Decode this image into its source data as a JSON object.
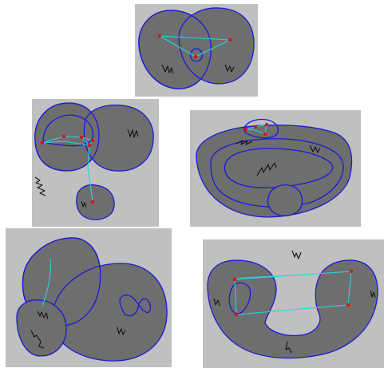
{
  "figure": {
    "panels": [
      {
        "id": "panel-1",
        "region_count": 2,
        "vertex_count": 3
      },
      {
        "id": "panel-2",
        "region_count": 3,
        "vertex_count": 5
      },
      {
        "id": "panel-3",
        "region_count": 3,
        "vertex_count": 4
      },
      {
        "id": "panel-4",
        "region_count": 3,
        "vertex_count": 0
      },
      {
        "id": "panel-5",
        "region_count": 1,
        "vertex_count": 4
      }
    ],
    "colors": {
      "panel_background": "#c0c0c0",
      "region_fill": "#6e6e6e",
      "region_outline": "#1a1ad6",
      "graph_edge": "#27d4e0",
      "graph_vertex": "#e01010",
      "scribble": "#101010"
    }
  }
}
